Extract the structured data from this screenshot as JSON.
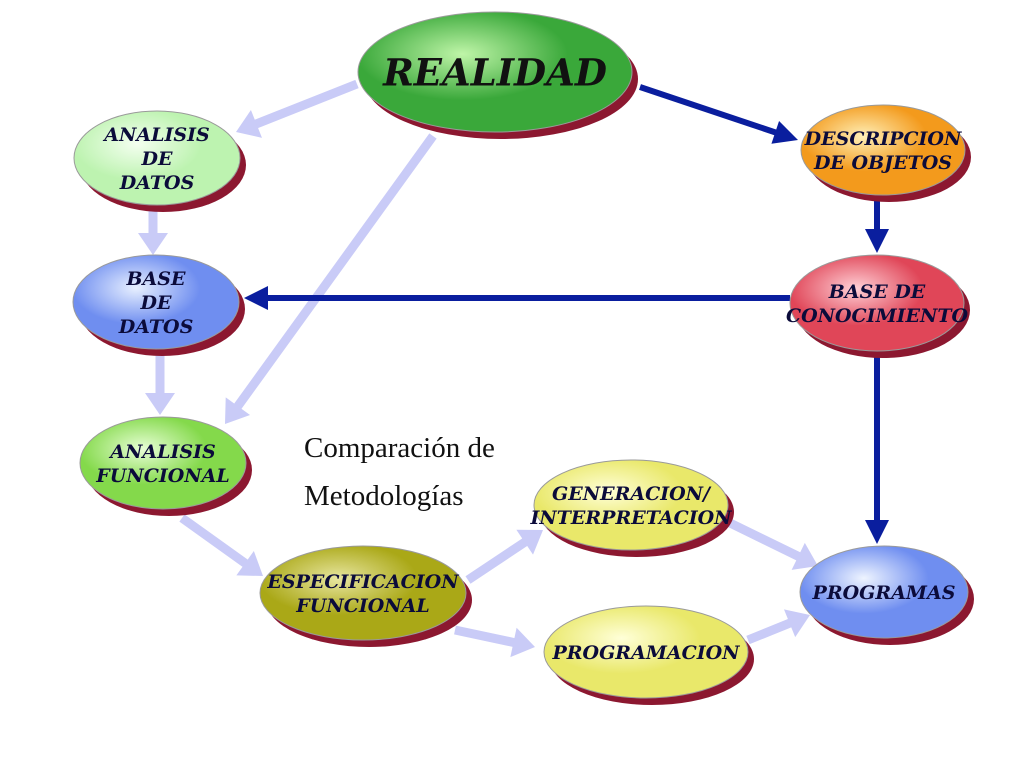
{
  "caption": {
    "line1": "Comparación de",
    "line2": "Metodologías"
  },
  "colors": {
    "light_arrow": "#c9cbf7",
    "dark_arrow": "#0a1e9e",
    "shadow": "#8c1830"
  },
  "nodes": {
    "realidad": {
      "lines": [
        "REALIDAD"
      ],
      "fill": "#3aa83a",
      "hi": "#bff5a8"
    },
    "analisis_datos": {
      "lines": [
        "ANALISIS",
        "DE",
        "DATOS"
      ],
      "fill": "#bdf3b0",
      "hi": "#f4fff0"
    },
    "descripcion_objetos": {
      "lines": [
        "DESCRIPCION",
        "DE OBJETOS"
      ],
      "fill": "#f39a1c",
      "hi": "#fff0b8"
    },
    "base_datos": {
      "lines": [
        "BASE",
        "DE",
        "DATOS"
      ],
      "fill": "#6f8ef0",
      "hi": "#e8f0ff"
    },
    "base_conocimiento": {
      "lines": [
        "BASE DE",
        "CONOCIMIENTO"
      ],
      "fill": "#e04658",
      "hi": "#ffd0d6"
    },
    "analisis_funcional": {
      "lines": [
        "ANALISIS",
        "FUNCIONAL"
      ],
      "fill": "#84d94b",
      "hi": "#e8ffd6"
    },
    "especificacion_funcional": {
      "lines": [
        "ESPECIFICACION",
        "FUNCIONAL"
      ],
      "fill": "#aaa817",
      "hi": "#e8e6a0"
    },
    "generacion_interpretacion": {
      "lines": [
        "GENERACION/",
        "INTERPRETACION"
      ],
      "fill": "#e9e86a",
      "hi": "#ffffd8"
    },
    "programacion": {
      "lines": [
        "PROGRAMACION"
      ],
      "fill": "#e9e86a",
      "hi": "#ffffd8"
    },
    "programas": {
      "lines": [
        "PROGRAMAS"
      ],
      "fill": "#6f8ef0",
      "hi": "#eef4ff"
    }
  },
  "edges": [
    {
      "from": "realidad",
      "to": "analisis_datos",
      "style": "light"
    },
    {
      "from": "realidad",
      "to": "descripcion_objetos",
      "style": "dark"
    },
    {
      "from": "realidad",
      "to": "analisis_funcional",
      "style": "light"
    },
    {
      "from": "analisis_datos",
      "to": "base_datos",
      "style": "light"
    },
    {
      "from": "descripcion_objetos",
      "to": "base_conocimiento",
      "style": "dark"
    },
    {
      "from": "base_conocimiento",
      "to": "base_datos",
      "style": "dark"
    },
    {
      "from": "base_conocimiento",
      "to": "programas",
      "style": "dark"
    },
    {
      "from": "base_datos",
      "to": "analisis_funcional",
      "style": "light"
    },
    {
      "from": "analisis_funcional",
      "to": "especificacion_funcional",
      "style": "light"
    },
    {
      "from": "especificacion_funcional",
      "to": "generacion_interpretacion",
      "style": "light"
    },
    {
      "from": "especificacion_funcional",
      "to": "programacion",
      "style": "light"
    },
    {
      "from": "generacion_interpretacion",
      "to": "programas",
      "style": "light"
    },
    {
      "from": "programacion",
      "to": "programas",
      "style": "light"
    }
  ]
}
